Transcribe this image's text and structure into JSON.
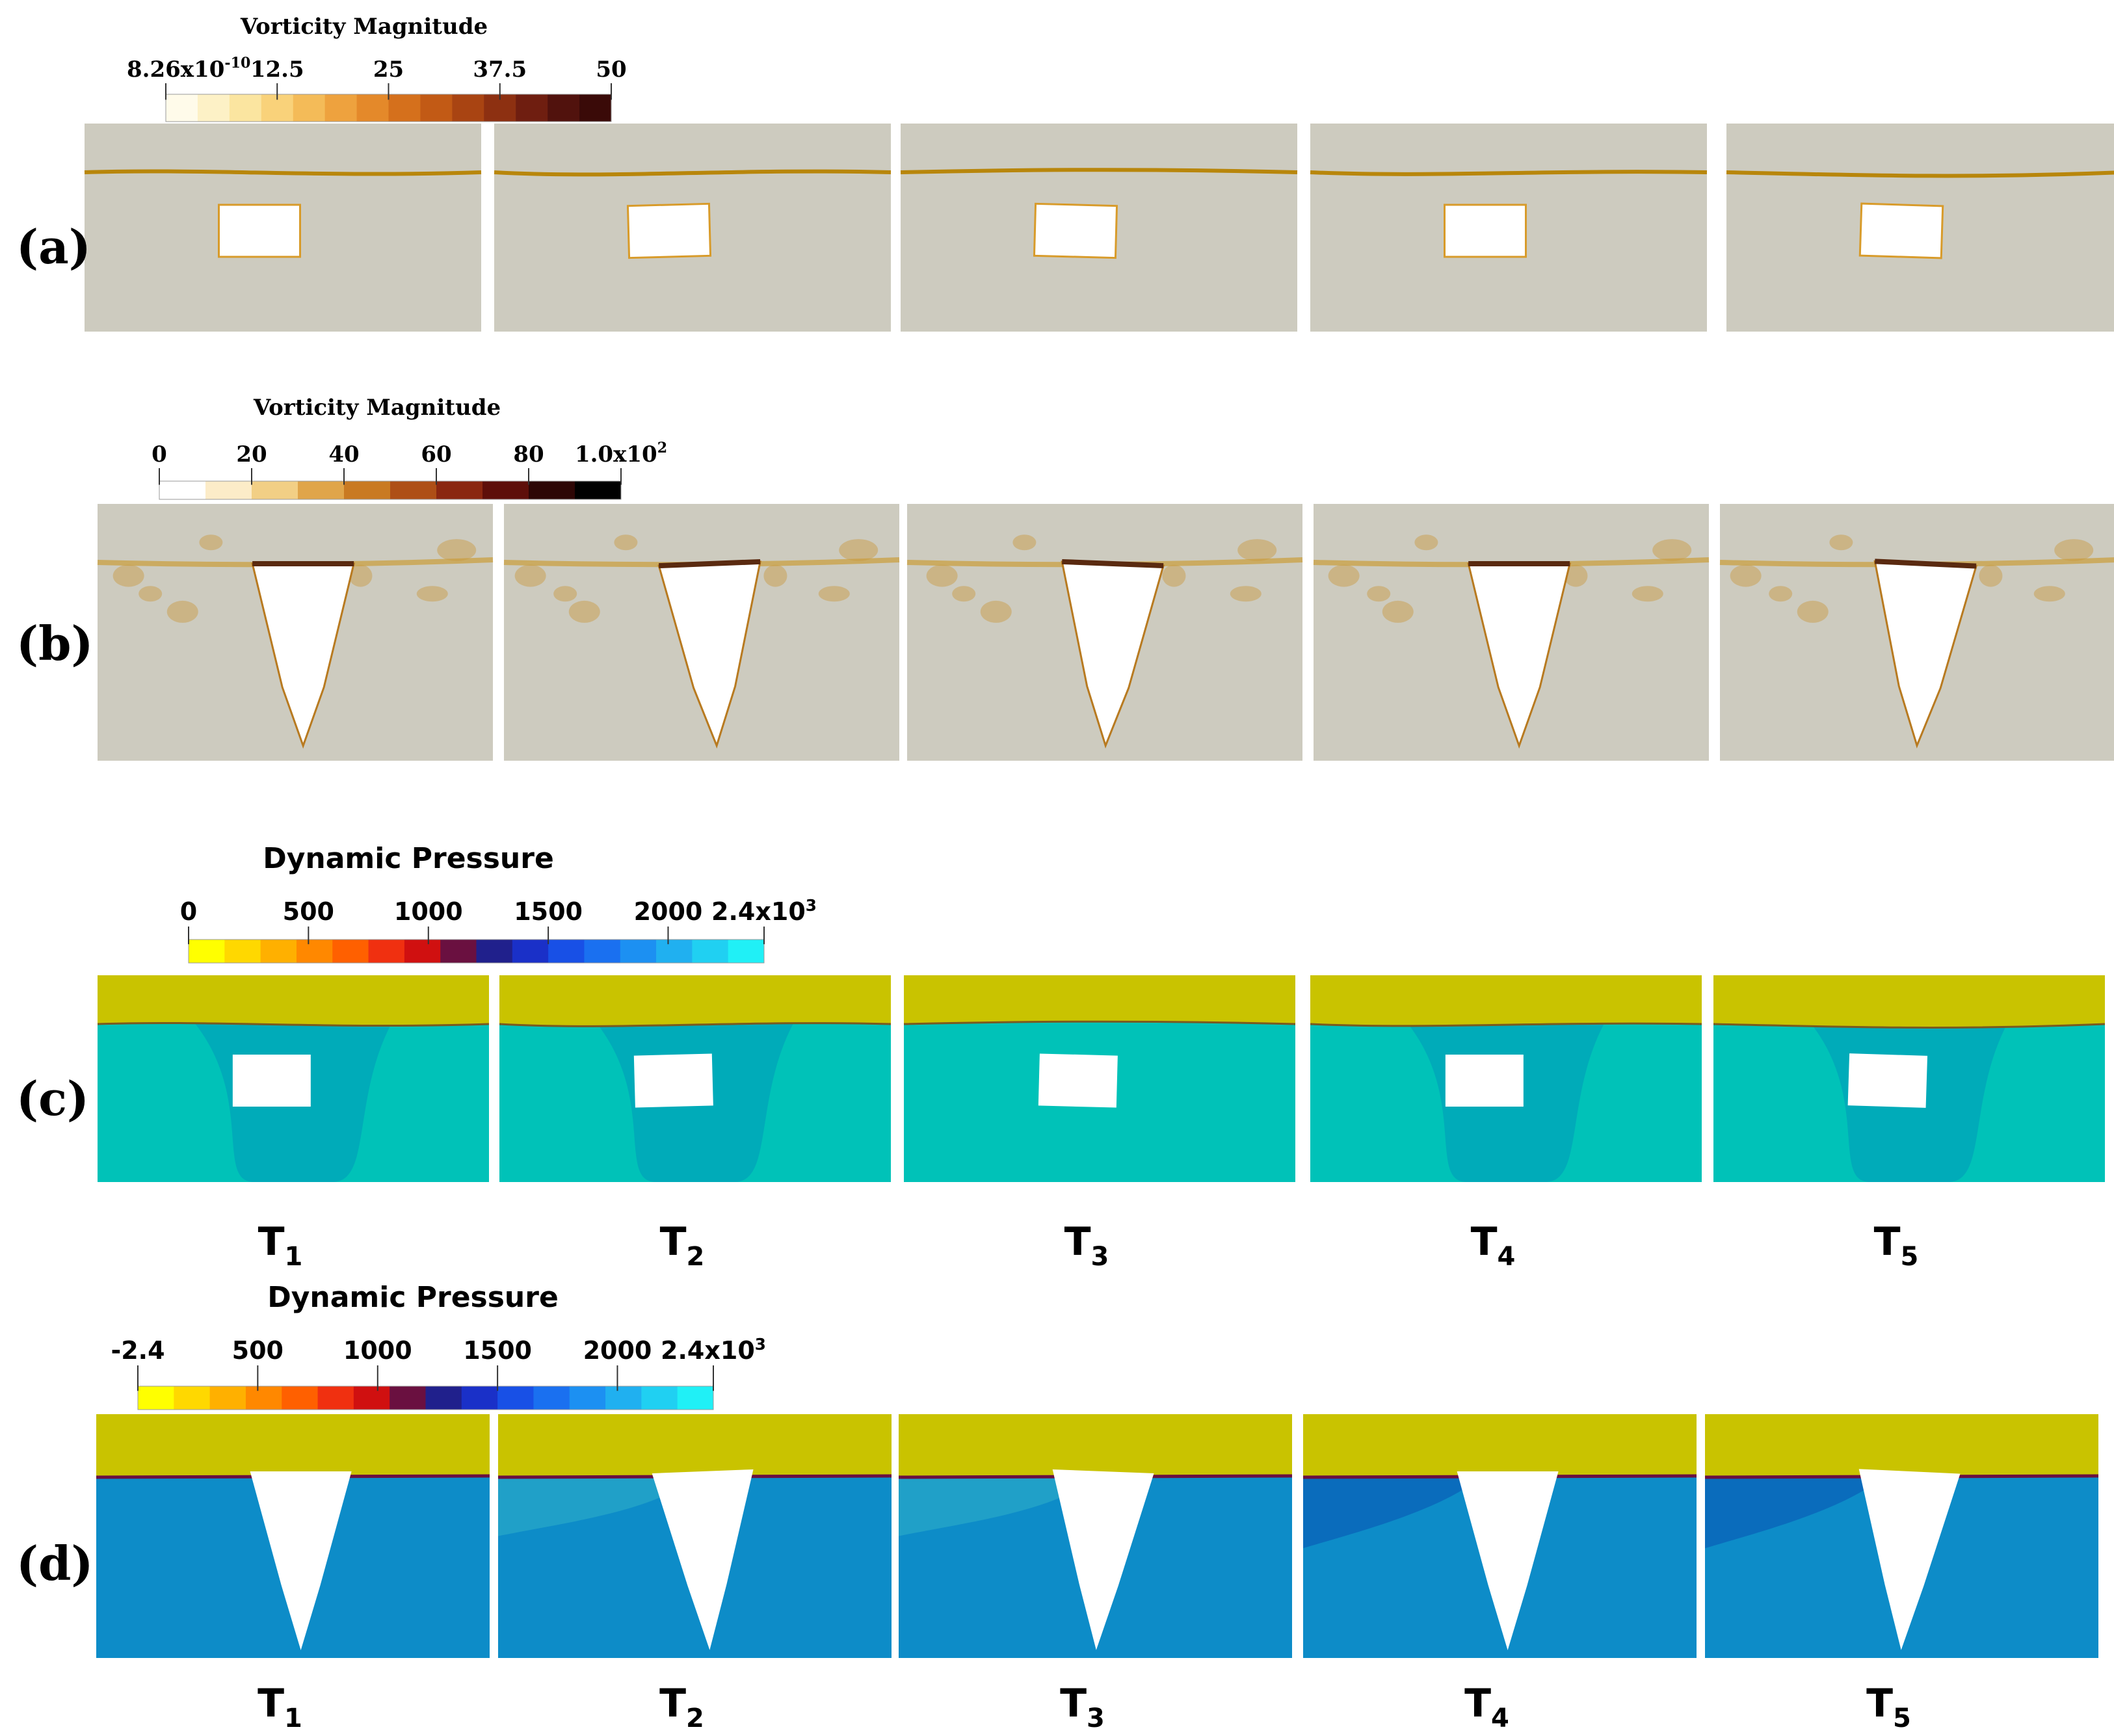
{
  "rows": [
    {
      "label": "(a)",
      "field": "vorticity",
      "shape": "rectangle",
      "colorbar": {
        "title": "Vorticity Magnitude",
        "ticks": [
          "8.26x10",
          "12.5",
          "25",
          "37.5",
          "50"
        ],
        "first_tick_exponent": "-10",
        "last_tick_base": "50",
        "last_tick_exponent": "",
        "colors": [
          "#fffbea",
          "#fdf1c6",
          "#fbe5a0",
          "#f9d27a",
          "#f4bb58",
          "#eea23e",
          "#e4892a",
          "#d5701c",
          "#c25a15",
          "#a94412",
          "#8d3011",
          "#6f1e10",
          "#51120d",
          "#3a0a08"
        ]
      },
      "time_labels": []
    },
    {
      "label": "(b)",
      "field": "vorticity",
      "shape": "wedge",
      "colorbar": {
        "title": "Vorticity Magnitude",
        "ticks": [
          "0",
          "20",
          "40",
          "60",
          "80"
        ],
        "last_tick_base": "1.0x10",
        "last_tick_exponent": "2",
        "colors": [
          "#ffffff",
          "#fcecc8",
          "#f2cf85",
          "#e0a54a",
          "#c97a22",
          "#ae4f16",
          "#8a2710",
          "#5e0f0a",
          "#2d0605",
          "#000000"
        ]
      },
      "time_labels": []
    },
    {
      "label": "(c)",
      "field": "pressure",
      "shape": "rectangle",
      "colorbar": {
        "title": "Dynamic Pressure",
        "ticks": [
          "0",
          "500",
          "1000",
          "1500",
          "2000"
        ],
        "last_tick_base": "2.4x10",
        "last_tick_exponent": "3",
        "colors": [
          "#ffff00",
          "#ffd800",
          "#ffb000",
          "#ff8800",
          "#ff6000",
          "#f03010",
          "#d01010",
          "#6a1040",
          "#20208c",
          "#1a30c8",
          "#1850e6",
          "#1a70f0",
          "#1c90f2",
          "#20b0f0",
          "#20d0f2",
          "#20f0f6"
        ]
      },
      "time_labels": [
        "T",
        "T",
        "T",
        "T",
        "T"
      ],
      "time_subscripts": [
        "1",
        "2",
        "3",
        "4",
        "5"
      ]
    },
    {
      "label": "(d)",
      "field": "pressure",
      "shape": "wedge",
      "colorbar": {
        "title": "Dynamic Pressure",
        "ticks": [
          "-2.4",
          "500",
          "1000",
          "1500",
          "2000"
        ],
        "last_tick_base": "2.4x10",
        "last_tick_exponent": "3",
        "colors": [
          "#ffff00",
          "#ffd800",
          "#ffb000",
          "#ff8800",
          "#ff6000",
          "#f03010",
          "#d01010",
          "#6a1040",
          "#20208c",
          "#1a30c8",
          "#1850e6",
          "#1a70f0",
          "#1c90f2",
          "#20b0f0",
          "#20d0f2",
          "#20f0f6"
        ]
      },
      "time_labels": [
        "T",
        "T",
        "T",
        "T",
        "T"
      ],
      "time_subscripts": [
        "1",
        "2",
        "3",
        "4",
        "5"
      ]
    }
  ],
  "colors": {
    "vorticity_background": "#cdcbbf",
    "air_pressure": "#c9c300",
    "water_pressure_c": "#00c2b8",
    "water_pressure_c_dark": "#00a7b8",
    "water_pressure_d": "#0d8cc8",
    "water_pressure_d_dark": "#0a6cbc",
    "body": "#ffffff",
    "interface_line": "#b8860b"
  }
}
